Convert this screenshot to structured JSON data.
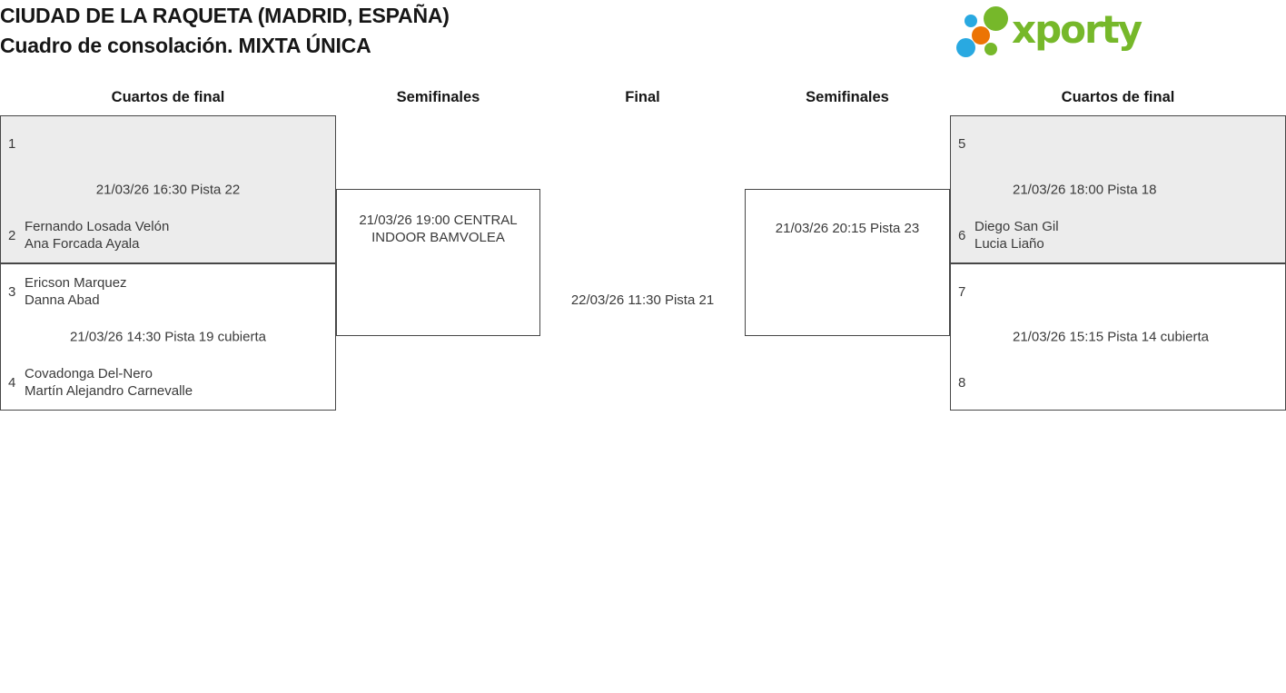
{
  "header": {
    "title_line1": "CIUDAD DE LA RAQUETA (MADRID, ESPAÑA)",
    "title_line2": "Cuadro de consolación. MIXTA ÚNICA",
    "logo_text": "xporty"
  },
  "brand_colors": {
    "green": "#76b82a",
    "blue": "#29a9e1",
    "orange": "#ec7404",
    "box_highlight_gray": "#ececec"
  },
  "rounds": [
    "Cuartos de final",
    "Semifinales",
    "Final",
    "Semifinales",
    "Cuartos de final"
  ],
  "bracket": {
    "matches": [
      {
        "round": "Cuartos de final",
        "schedule": "21/03/26 16:30 Pista 22",
        "slots": [
          {
            "seed": "1",
            "players": []
          },
          {
            "seed": "2",
            "players": [
              "Fernando Losada Velón",
              "Ana Forcada Ayala"
            ]
          }
        ]
      },
      {
        "round": "Cuartos de final",
        "schedule": "21/03/26 14:30 Pista 19 cubierta",
        "slots": [
          {
            "seed": "3",
            "players": [
              "Ericson Marquez",
              "Danna Abad"
            ]
          },
          {
            "seed": "4",
            "players": [
              "Covadonga Del-Nero",
              "Martín Alejandro Carnevalle"
            ]
          }
        ]
      },
      {
        "round": "Semifinales",
        "schedule": "21/03/26 19:00 CENTRAL INDOOR BAMVOLEA"
      },
      {
        "round": "Final",
        "schedule": "22/03/26 11:30 Pista 21"
      },
      {
        "round": "Semifinales",
        "schedule": "21/03/26 20:15 Pista 23"
      },
      {
        "round": "Cuartos de final",
        "schedule": "21/03/26 18:00 Pista 18",
        "slots": [
          {
            "seed": "5",
            "players": []
          },
          {
            "seed": "6",
            "players": [
              "Diego San Gil",
              "Lucia Liaño"
            ]
          }
        ]
      },
      {
        "round": "Cuartos de final",
        "schedule": "21/03/26 15:15 Pista 14 cubierta",
        "slots": [
          {
            "seed": "7",
            "players": []
          },
          {
            "seed": "8",
            "players": []
          }
        ]
      }
    ]
  }
}
